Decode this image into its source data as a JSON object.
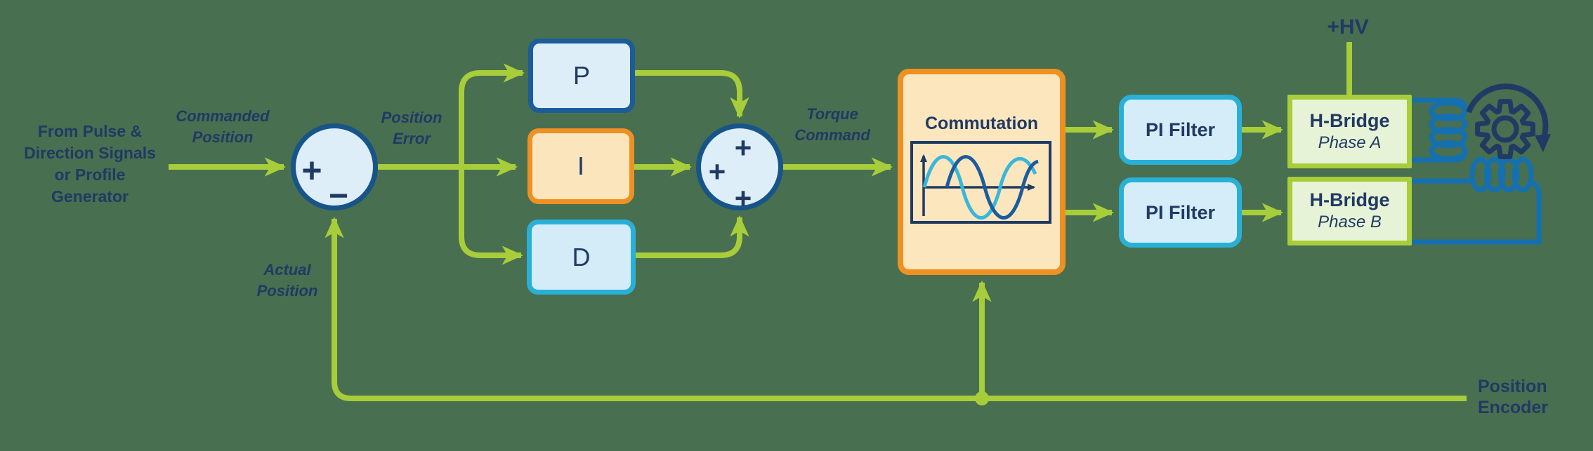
{
  "source": {
    "label": "From Pulse &\nDirection Signals\nor Profile\nGenerator"
  },
  "signals": {
    "commanded_position": "Commanded\nPosition",
    "position_error": "Position\nError",
    "actual_position": "Actual\nPosition",
    "torque_command": "Torque\nCommand",
    "hv_supply": "+HV",
    "position_encoder": "Position\nEncoder"
  },
  "summing_junction_1": {
    "plus": "+",
    "minus": "−"
  },
  "summing_junction_2": {
    "plus_top": "+",
    "plus_left": "+",
    "plus_bottom": "+"
  },
  "blocks": {
    "p": "P",
    "i": "I",
    "d": "D",
    "commutation": "Commutation",
    "pi_filter_a": "PI Filter",
    "pi_filter_b": "PI Filter",
    "h_bridge_a": {
      "title": "H-Bridge",
      "phase": "Phase A"
    },
    "h_bridge_b": {
      "title": "H-Bridge",
      "phase": "Phase B"
    }
  },
  "colors": {
    "background": "#486F50",
    "signal_line_green": "#A8CD3A",
    "navy_text": "#203A64",
    "blue_block_border": "#1B5C99",
    "orange_block_border": "#EF9122",
    "cyan_block_border": "#29B0D6",
    "green_block_border": "#A8CD3A",
    "light_blue_fill": "#DDEEF9",
    "light_orange_fill": "#FBE5BC",
    "light_green_fill": "#E7F3D6",
    "motor_wire_blue": "#1470B0",
    "sine_cyan": "#39B7DB",
    "sine_navy": "#1D5C9C"
  }
}
